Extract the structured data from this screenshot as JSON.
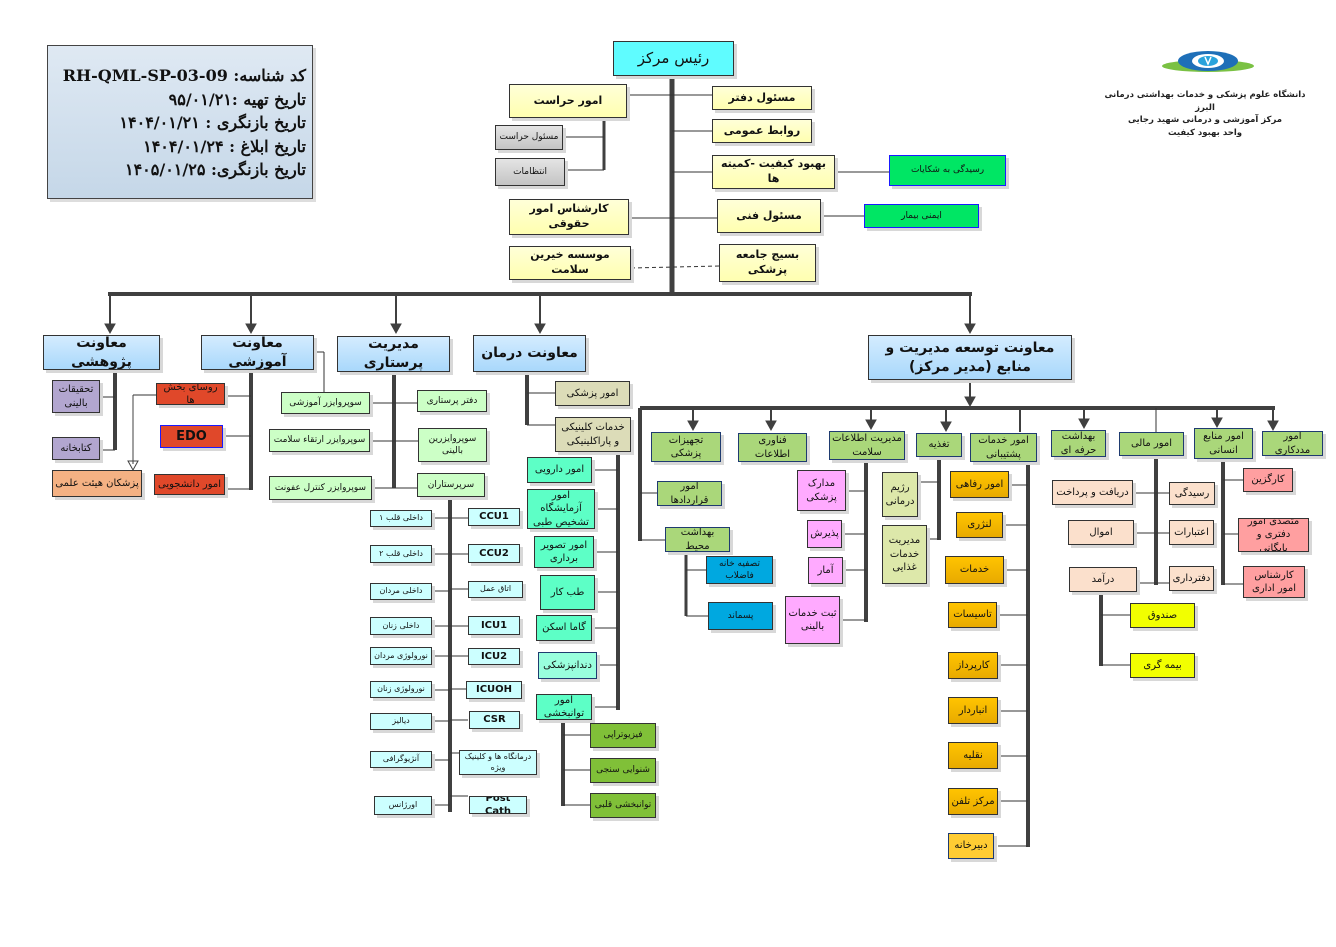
{
  "info_box": {
    "code": "کد شناسه: RH-QML-SP-03-09",
    "prepared": "تاریخ تهیه :۹۵/۰۱/۲۱",
    "revised": "تاریخ بازنگری : ۱۴۰۴/۰۱/۲۱",
    "announced": "تاریخ ابلاغ :  ۱۴۰۴/۰۱/۲۴",
    "next_revision": "تاریخ بازنگری: ۱۴۰۵/۰۱/۲۵"
  },
  "logo": {
    "line1": "دانشگاه علوم پزشکی و خدمات بهداشتی درمانی البرز",
    "line2": "مرکز آموزشی و درمانی شهید رجایی",
    "line3": "واحد بهبود کیفیت",
    "icon": "university-logo"
  },
  "nodes": {
    "head": "رئیس مرکز",
    "security": "امور حراست",
    "security_officer": "مسئول حراست",
    "discipline": "انتظامات",
    "office_manager": "مسئول دفتر",
    "public_relations": "روابط عمومی",
    "quality": "بهبود کیفیت -کمیته ها",
    "complaints": "رسیدگی به شکایات",
    "legal": "کارشناس امور حقوقی",
    "technical": "مسئول فنی",
    "patient_safety": "ایمنی بیمار",
    "charity": "موسسه خیرین سلامت",
    "basij": "بسیج جامعه پزشکی",
    "research_deputy": "معاونت پژوهشی",
    "education_deputy": "معاونت آموزشی",
    "nursing_mgmt": "مدیریت پرستاری",
    "treatment_deputy": "معاونت درمان",
    "dev_deputy": "معاونت توسعه مدیریت و منابع (مدیر مرکز)",
    "clinical_research": "تحقیقات بالینی",
    "library": "کتابخانه",
    "faculty": "پزشکان هیئت علمی",
    "dept_heads": "روسای بخش ها",
    "edo": "EDO",
    "student_affairs": "امور دانشجویی",
    "sup_education": "سوپروایزر آموزشی",
    "nursing_office": "دفتر پرستاری",
    "sup_health": "سوپروایزر ارتقاء سلامت",
    "sup_clinical": "سوپروایزرین بالینی",
    "sup_infection": "سوپروایزر کنترل عفونت",
    "head_nurses": "سرپرستاران",
    "w_cardio1": "داخلی قلب ۱",
    "w_cardio2": "داخلی قلب ۲",
    "w_int_men": "داخلی مردان",
    "w_int_women": "داخلی زنان",
    "w_neuro_men": "نورولوژی مردان",
    "w_neuro_women": "نورولوژی زنان",
    "w_dialysis": "دیالیز",
    "w_angio": "آنژیوگرافی",
    "w_emergency": "اورژانس",
    "w_ccu1": "CCU1",
    "w_ccu2": "CCU2",
    "w_or": "اتاق عمل",
    "w_icu1": "ICU1",
    "w_icu2": "ICU2",
    "w_icuoh": "ICUOH",
    "w_csr": "CSR",
    "w_clinics": "درمانگاه ها و کلینیک ویژه",
    "w_postcath": "Post Cath",
    "medical_affairs": "امور پزشکی",
    "paraclinical": "خدمات کلینیکی و پاراکلینیکی",
    "pharmacy": "امور دارویی",
    "lab": "امور آزمایشگاه تشخیص طبی",
    "imaging": "امور تصویر برداری",
    "occupational": "طب کار",
    "gamma": "گاما اسکن",
    "dentistry": "دندانپزشکی",
    "rehab": "امور توانبخشی",
    "physio": "فیزیوتراپی",
    "audiometry": "شنوایی سنجی",
    "cardiac_rehab": "توانبخشی قلبی",
    "med_equipment": "تجهیزات پزشکی",
    "it": "فناوری اطلاعات",
    "him": "مدیریت اطلاعات سلامت",
    "nutrition": "تغذیه",
    "support": "امور خدمات پشتیبانی",
    "occ_health": "بهداشت حرفه ای",
    "finance": "امور مالی",
    "hr": "امور منابع انسانی",
    "social_work": "امور مددکاری",
    "contracts": "امور قراردادها",
    "env_health": "بهداشت محیط",
    "wastewater": "تصفیه خانه فاضلاب",
    "waste": "پسماند",
    "records": "مدارک پزشکی",
    "admission": "پذیرش",
    "statistics": "آمار",
    "clin_reg": "ثبت خدمات بالینی",
    "diet": "رژیم درمانی",
    "food_mgmt": "مدیریت خدمات غذایی",
    "welfare": "امور رفاهی",
    "laundry": "لنژری",
    "services": "خدمات",
    "facilities": "تاسیسات",
    "procurement": "کارپرداز",
    "warehouse": "انباردار",
    "transport": "نقلیه",
    "telephone": "مرکز تلفن",
    "secretariat": "دبیرخانه",
    "audit": "رسیدگی",
    "credits": "اعتبارات",
    "accounting": "دفترداری",
    "payments": "دریافت و پرداخت",
    "assets": "اموال",
    "revenue": "درآمد",
    "cashier": "صندوق",
    "insurance": "بیمه گری",
    "personnel": "کارگزین",
    "clerical": "متصدی امور دفتری و بایگانی",
    "admin_expert": "کارشناس امور اداری"
  },
  "colors": {
    "head": "#5ffcff",
    "deputy": "#a9d8fb",
    "accent_line": "#404040"
  }
}
